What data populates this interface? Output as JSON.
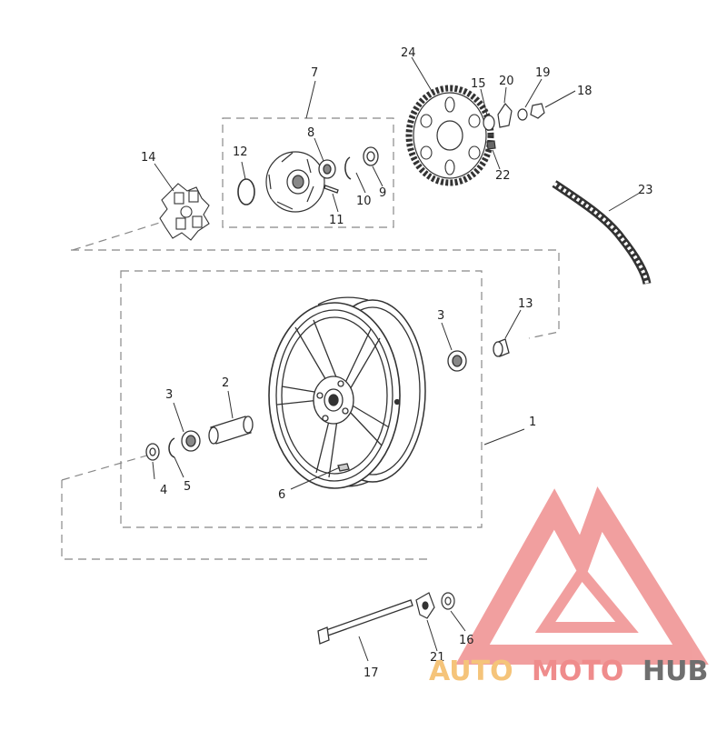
{
  "callouts": {
    "c1": "1",
    "c2": "2",
    "c3a": "3",
    "c3b": "3",
    "c4": "4",
    "c5": "5",
    "c6": "6",
    "c7": "7",
    "c8": "8",
    "c9": "9",
    "c10": "10",
    "c11": "11",
    "c12": "12",
    "c13": "13",
    "c14": "14",
    "c15": "15",
    "c16": "16",
    "c17": "17",
    "c18": "18",
    "c19": "19",
    "c20": "20",
    "c21": "21",
    "c22": "22",
    "c23": "23",
    "c24": "24"
  },
  "watermark": {
    "part1": "AUTO",
    "part2": "MOTO",
    "part3": "HUB",
    "colors": {
      "auto": "#f5c47a",
      "moto": "#ef8c8c",
      "hub": "#6f6f6f",
      "logo": "#ef8f8f"
    }
  },
  "line_color": "#333333",
  "dash_color": "#888888"
}
